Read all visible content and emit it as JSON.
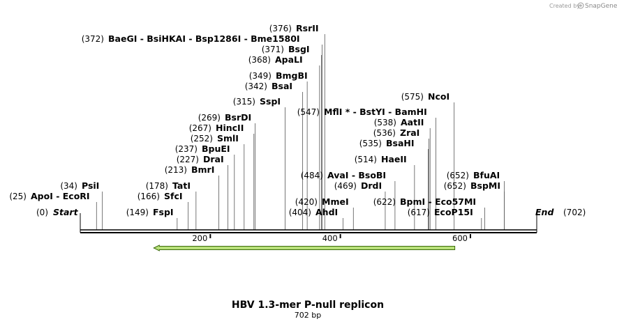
{
  "credit": {
    "prefix": "Created by",
    "brand": "SnapGene"
  },
  "map": {
    "title": "HBV 1.3-mer P-null replicon",
    "length_label": "702 bp",
    "length": 702,
    "start_label": "Start",
    "start_pos": "(0)",
    "end_label": "End",
    "end_pos": "(702)",
    "ticks": [
      200,
      400,
      600
    ],
    "feature": {
      "name": "orf-arrow",
      "start": 113,
      "end": 576,
      "direction": "reverse",
      "fill": "#b8e07a",
      "stroke": "#3a6a0a"
    }
  },
  "sites": [
    {
      "pos": "(25)",
      "label": "ApoI  -  EcoRI",
      "cuts": [
        25
      ]
    },
    {
      "pos": "(34)",
      "label": "PsiI",
      "cuts": [
        34
      ]
    },
    {
      "pos": "(149)",
      "label": "FspI",
      "cuts": [
        149
      ]
    },
    {
      "pos": "(166)",
      "label": "SfcI",
      "cuts": [
        166
      ]
    },
    {
      "pos": "(178)",
      "label": "TatI",
      "cuts": [
        178
      ]
    },
    {
      "pos": "(213)",
      "label": "BmrI",
      "cuts": [
        213
      ]
    },
    {
      "pos": "(227)",
      "label": "DraI",
      "cuts": [
        227
      ]
    },
    {
      "pos": "(237)",
      "label": "BpuEI",
      "cuts": [
        237
      ]
    },
    {
      "pos": "(252)",
      "label": "SmlI",
      "cuts": [
        252
      ]
    },
    {
      "pos": "(267)",
      "label": "HincII",
      "cuts": [
        267
      ]
    },
    {
      "pos": "(269)",
      "label": "BsrDI",
      "cuts": [
        269
      ]
    },
    {
      "pos": "(315)",
      "label": "SspI",
      "cuts": [
        315
      ]
    },
    {
      "pos": "(342)",
      "label": "BsaI",
      "cuts": [
        342
      ]
    },
    {
      "pos": "(349)",
      "label": "BmgBI",
      "cuts": [
        349
      ]
    },
    {
      "pos": "(368)",
      "label": "ApaLI",
      "cuts": [
        368
      ]
    },
    {
      "pos": "(371)",
      "label": "BsgI",
      "cuts": [
        371
      ]
    },
    {
      "pos": "(372)",
      "label": "BaeGI  -  BsiHKAI  -  Bsp1286I  -  Bme1580I",
      "cuts": [
        372
      ]
    },
    {
      "pos": "(376)",
      "label": "RsrII",
      "cuts": [
        376
      ]
    },
    {
      "pos": "(404)",
      "label": "AhdI",
      "cuts": [
        404
      ]
    },
    {
      "pos": "(420)",
      "label": "MmeI",
      "cuts": [
        420
      ]
    },
    {
      "pos": "(469)",
      "label": "DrdI",
      "cuts": [
        469
      ]
    },
    {
      "pos": "(484)",
      "label": "AvaI  -  BsoBI",
      "cuts": [
        484
      ]
    },
    {
      "pos": "(514)",
      "label": "HaeII",
      "cuts": [
        514
      ]
    },
    {
      "pos": "(535)",
      "label": "BsaHI",
      "cuts": [
        535
      ]
    },
    {
      "pos": "(536)",
      "label": "ZraI",
      "cuts": [
        536
      ]
    },
    {
      "pos": "(538)",
      "label": "AatII",
      "cuts": [
        538
      ]
    },
    {
      "pos": "(547)",
      "label": "MflI *  -  BstYI  -  BamHI",
      "cuts": [
        547
      ]
    },
    {
      "pos": "(575)",
      "label": "NcoI",
      "cuts": [
        575
      ]
    },
    {
      "pos": "(617)",
      "label": "EcoP15I",
      "cuts": [
        617
      ]
    },
    {
      "pos": "(622)",
      "label": "BpmI  -  Eco57MI",
      "cuts": [
        622
      ]
    },
    {
      "pos": "(652)",
      "label": "BfuAI",
      "cuts": [
        652
      ]
    },
    {
      "pos": "(652)",
      "label": "BspMI",
      "cuts": [
        652
      ]
    }
  ]
}
